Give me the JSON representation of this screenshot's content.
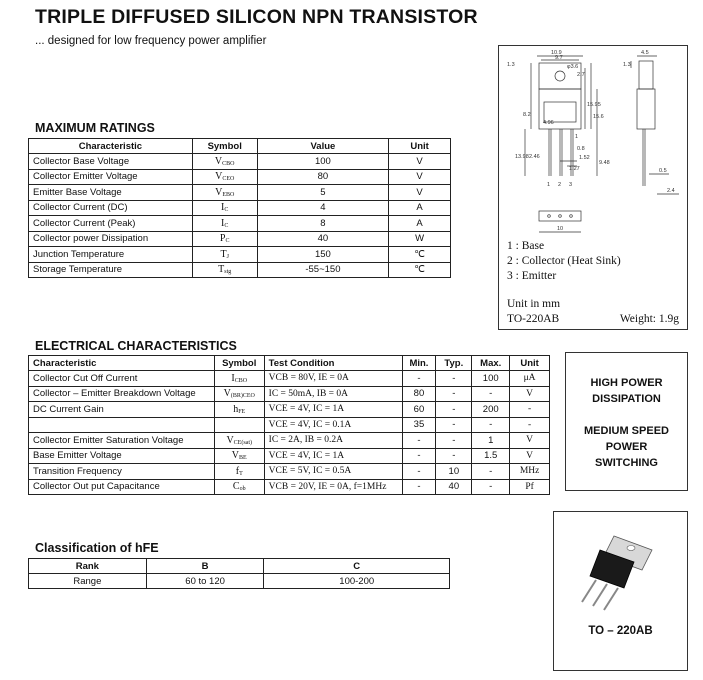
{
  "header": {
    "title": "TRIPLE DIFFUSED SILICON NPN TRANSISTOR",
    "subtitle": "... designed for low frequency power amplifier"
  },
  "max_ratings": {
    "heading": "MAXIMUM RATINGS",
    "columns": [
      "Characteristic",
      "Symbol",
      "Value",
      "Unit"
    ],
    "rows": [
      {
        "name": "Collector Base Voltage",
        "sym": "V",
        "sub": "CBO",
        "value": "100",
        "unit": "V"
      },
      {
        "name": "Collector Emitter Voltage",
        "sym": "V",
        "sub": "CEO",
        "value": "80",
        "unit": "V"
      },
      {
        "name": "Emitter Base Voltage",
        "sym": "V",
        "sub": "EBO",
        "value": "5",
        "unit": "V"
      },
      {
        "name": "Collector Current (DC)",
        "sym": "I",
        "sub": "C",
        "value": "4",
        "unit": "A"
      },
      {
        "name": "Collector Current (Peak)",
        "sym": "I",
        "sub": "C",
        "value": "8",
        "unit": "A"
      },
      {
        "name": "Collector power Dissipation",
        "sym": "P",
        "sub": "C",
        "value": "40",
        "unit": "W"
      },
      {
        "name": "Junction Temperature",
        "sym": "T",
        "sub": "J",
        "value": "150",
        "unit": "℃"
      },
      {
        "name": "Storage Temperature",
        "sym": "T",
        "sub": "stg",
        "value": "-55~150",
        "unit": "℃"
      }
    ]
  },
  "electrical": {
    "heading": "ELECTRICAL CHARACTERISTICS",
    "columns": [
      "Characteristic",
      "Symbol",
      "Test Condition",
      "Min.",
      "Typ.",
      "Max.",
      "Unit"
    ],
    "rows": [
      {
        "name": "Collector Cut Off Current",
        "sym": "I",
        "sub": "CBO",
        "cond": "VCB = 80V, IE = 0A",
        "min": "-",
        "typ": "-",
        "max": "100",
        "unit": "μA"
      },
      {
        "name": "Collector – Emitter Breakdown Voltage",
        "sym": "V",
        "sub": "(BR)CEO",
        "cond": "IC = 50mA, IB = 0A",
        "min": "80",
        "typ": "-",
        "max": "-",
        "unit": "V"
      },
      {
        "name": "DC Current Gain",
        "sym": "h",
        "sub": "FE",
        "cond": "VCE = 4V, IC = 1A",
        "min": "60",
        "typ": "-",
        "max": "200",
        "unit": "-"
      },
      {
        "name": "",
        "sym": "",
        "sub": "",
        "cond": "VCE = 4V, IC = 0.1A",
        "min": "35",
        "typ": "-",
        "max": "-",
        "unit": "-"
      },
      {
        "name": "Collector Emitter Saturation Voltage",
        "sym": "V",
        "sub": "CE(sat)",
        "cond": "IC = 2A, IB = 0.2A",
        "min": "-",
        "typ": "-",
        "max": "1",
        "unit": "V"
      },
      {
        "name": "Base Emitter Voltage",
        "sym": "V",
        "sub": "BE",
        "cond": "VCE = 4V, IC = 1A",
        "min": "-",
        "typ": "-",
        "max": "1.5",
        "unit": "V"
      },
      {
        "name": "Transition Frequency",
        "sym": "f",
        "sub": "T",
        "cond": "VCE = 5V, IC = 0.5A",
        "min": "-",
        "typ": "10",
        "max": "-",
        "unit": "MHz"
      },
      {
        "name": "Collector Out put Capacitance",
        "sym": "C",
        "sub": "ob",
        "cond": "VCB = 20V, IE = 0A, f=1MHz",
        "min": "-",
        "typ": "40",
        "max": "-",
        "unit": "Pf"
      }
    ]
  },
  "classification": {
    "heading": "Classification of hFE",
    "rank_label": "Rank",
    "range_label": "Range",
    "ranks": [
      "B",
      "C"
    ],
    "ranges": [
      "60 to 120",
      "100-200"
    ]
  },
  "package_panel": {
    "pins": [
      "1 : Base",
      "2 : Collector (Heat Sink)",
      "3 : Emitter"
    ],
    "unit_note": "Unit in mm",
    "package": "TO-220AB",
    "weight": "Weight: 1.9g",
    "dimensions": [
      "10.9",
      "9.7",
      "φ3.6",
      "2.7",
      "4.5",
      "1.3",
      "1.3",
      "8.2",
      "15.95",
      "15.6",
      "4.96",
      "13.98",
      "2.46",
      "1",
      "0.8",
      "1.52",
      "1.27",
      "9.48",
      "0.5",
      "2.4",
      "10",
      "1",
      "2",
      "3"
    ]
  },
  "features": {
    "line1": "HIGH POWER",
    "line2": "DISSIPATION",
    "line3": "MEDIUM SPEED",
    "line4": "POWER",
    "line5": "SWITCHING"
  },
  "package_label": "TO – 220AB"
}
